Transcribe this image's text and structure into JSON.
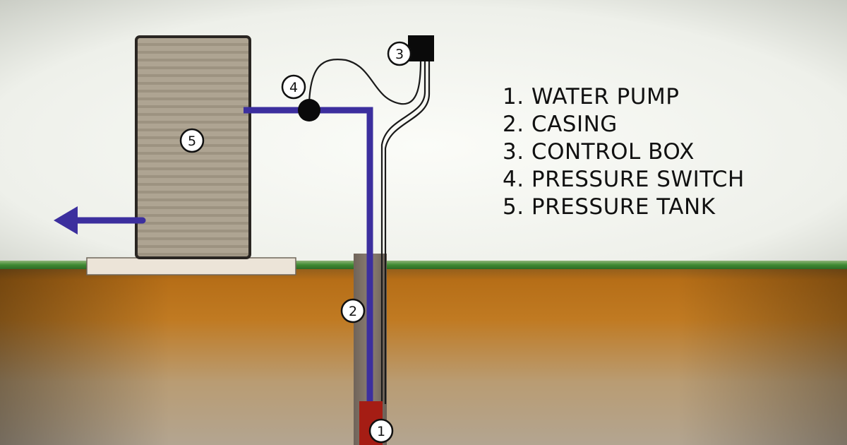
{
  "callouts": {
    "one": "1",
    "two": "2",
    "three": "3",
    "four": "4",
    "five": "5"
  },
  "legend": {
    "items": [
      "1. WATER PUMP",
      "2. CASING",
      "3. CONTROL BOX",
      "4. PRESSURE SWITCH",
      "5. PRESSURE TANK"
    ]
  },
  "colors": {
    "pipe": "#3c2f9e",
    "pump": "#a51d14",
    "grass": "#3f8a32",
    "soil_top": "#b86d17",
    "soil_bottom": "#b8a994",
    "sky": "#f0f2ec",
    "tank": "#a89e8c"
  }
}
